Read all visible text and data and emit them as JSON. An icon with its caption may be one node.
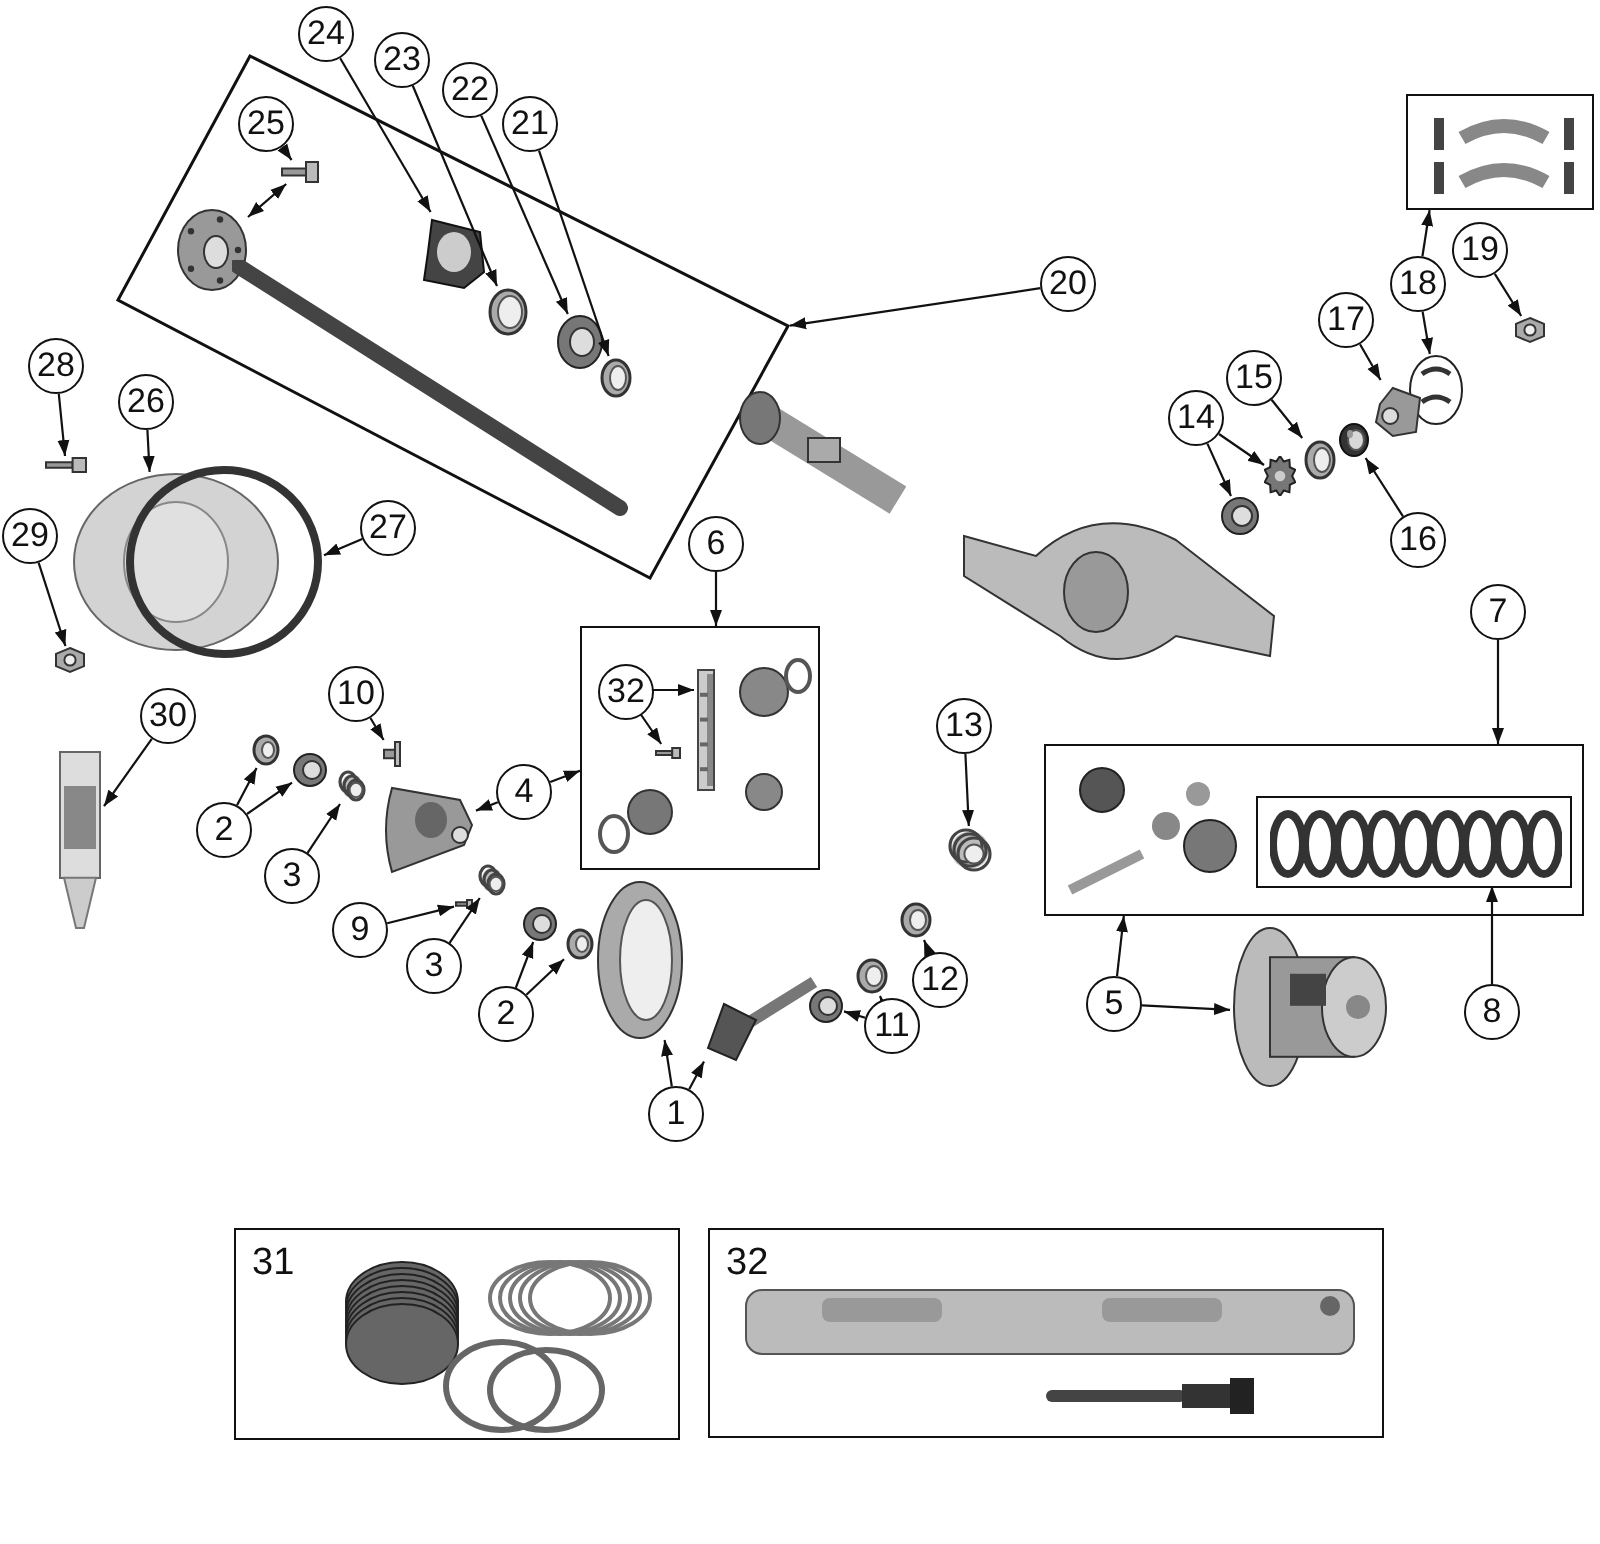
{
  "diagram": {
    "nodes": [
      {
        "text": [],
        "shape": "box"
      },
      {
        "text": [
          "25"
        ],
        "in": 0
      },
      {
        "text": [],
        "shape": "picture",
        "in": 0
      },
      {
        "text": [],
        "shape": "picture",
        "in": 0
      },
      {
        "text": [],
        "shape": "picture",
        "in": 0
      },
      {
        "text": [],
        "shape": "picture",
        "in": 0
      },
      {
        "text": [],
        "shape": "picture",
        "in": 0
      },
      {
        "text": [],
        "shape": "picture",
        "in": 0
      },
      {
        "text": [
          "24"
        ]
      },
      {
        "text": [
          "23"
        ]
      },
      {
        "text": [
          "22"
        ]
      },
      {
        "text": [
          "21"
        ]
      },
      {
        "text": [
          "20"
        ]
      },
      {
        "text": [],
        "shape": "box"
      },
      {
        "text": [
          "19"
        ]
      },
      {
        "text": [
          "18"
        ]
      },
      {
        "text": [
          "17"
        ]
      },
      {
        "text": [
          "15"
        ]
      },
      {
        "text": [
          "14"
        ]
      },
      {
        "text": [
          "16"
        ]
      },
      {
        "text": [],
        "shape": "picture"
      },
      {
        "text": [],
        "shape": "picture"
      },
      {
        "text": [],
        "shape": "picture"
      },
      {
        "text": [],
        "shape": "picture"
      },
      {
        "text": [],
        "shape": "picture"
      },
      {
        "text": [],
        "shape": "picture"
      },
      {
        "text": [],
        "shape": "picture"
      },
      {
        "text": [
          "28"
        ]
      },
      {
        "text": [
          "26"
        ]
      },
      {
        "text": [
          "27"
        ]
      },
      {
        "text": [
          "29"
        ]
      },
      {
        "text": [
          "30"
        ]
      },
      {
        "text": [],
        "shape": "picture"
      },
      {
        "text": [],
        "shape": "picture"
      },
      {
        "text": [],
        "shape": "picture"
      },
      {
        "text": [],
        "shape": "picture"
      },
      {
        "text": [],
        "shape": "picture"
      },
      {
        "text": [],
        "shape": "box"
      },
      {
        "text": [
          "6"
        ]
      },
      {
        "text": [
          "32"
        ],
        "in": 37
      },
      {
        "text": [],
        "shape": "picture",
        "in": 37
      },
      {
        "text": [],
        "shape": "picture",
        "in": 37
      },
      {
        "text": [
          "10"
        ]
      },
      {
        "text": [
          "4"
        ]
      },
      {
        "text": [
          "13"
        ]
      },
      {
        "text": [],
        "shape": "box"
      },
      {
        "text": [
          "7"
        ]
      },
      {
        "text": [],
        "shape": "box",
        "in": 45
      },
      {
        "text": [
          "2"
        ]
      },
      {
        "text": [
          "3"
        ]
      },
      {
        "text": [
          "9"
        ]
      },
      {
        "text": [
          "3"
        ]
      },
      {
        "text": [
          "2"
        ]
      },
      {
        "text": [
          "12"
        ]
      },
      {
        "text": [
          "11"
        ]
      },
      {
        "text": [
          "5"
        ]
      },
      {
        "text": [
          "8"
        ]
      },
      {
        "text": [
          "1"
        ]
      },
      {
        "text": [],
        "shape": "picture"
      },
      {
        "text": [],
        "shape": "picture"
      },
      {
        "text": [],
        "shape": "picture"
      },
      {
        "text": [],
        "shape": "picture"
      },
      {
        "text": [],
        "shape": "picture"
      },
      {
        "text": [],
        "shape": "picture"
      },
      {
        "text": [],
        "shape": "picture"
      },
      {
        "text": [],
        "shape": "picture"
      },
      {
        "text": [],
        "shape": "picture"
      },
      {
        "text": [],
        "shape": "picture"
      },
      {
        "text": [],
        "shape": "picture"
      },
      {
        "text": [],
        "shape": "picture"
      },
      {
        "text": [],
        "shape": "picture"
      },
      {
        "text": [],
        "shape": "picture"
      },
      {
        "text": [],
        "shape": "picture"
      },
      {
        "text": [],
        "shape": "picture"
      },
      {
        "text": [
          "31"
        ]
      },
      {
        "text": [
          "32"
        ]
      }
    ],
    "edges": [
      {
        "from": 1,
        "to": 3,
        "arrow": "to"
      },
      {
        "from": 3,
        "to": 2,
        "arrow": "both"
      },
      {
        "from": 8,
        "to": 4,
        "arrow": "to"
      },
      {
        "from": 9,
        "to": 5,
        "arrow": "to"
      },
      {
        "from": 10,
        "to": 6,
        "arrow": "to"
      },
      {
        "from": 11,
        "to": 7,
        "arrow": "to"
      },
      {
        "from": 12,
        "to": 0,
        "arrow": "to"
      },
      {
        "from": 14,
        "to": 20,
        "arrow": "to"
      },
      {
        "from": 15,
        "to": 21,
        "arrow": "to"
      },
      {
        "from": 15,
        "to": 13,
        "arrow": "to"
      },
      {
        "from": 16,
        "to": 22,
        "arrow": "to"
      },
      {
        "from": 17,
        "to": 24,
        "arrow": "to"
      },
      {
        "from": 18,
        "to": 26,
        "arrow": "to"
      },
      {
        "from": 18,
        "to": 25,
        "arrow": "to"
      },
      {
        "from": 19,
        "to": 23,
        "arrow": "to"
      },
      {
        "from": 27,
        "to": 32,
        "arrow": "to"
      },
      {
        "from": 28,
        "to": 33,
        "arrow": "to"
      },
      {
        "from": 29,
        "to": 34,
        "arrow": "to"
      },
      {
        "from": 30,
        "to": 35,
        "arrow": "to"
      },
      {
        "from": 31,
        "to": 36,
        "arrow": "to"
      },
      {
        "from": 38,
        "to": 37,
        "arrow": "to"
      },
      {
        "from": 39,
        "to": 40,
        "arrow": "to"
      },
      {
        "from": 39,
        "to": 41,
        "arrow": "to"
      },
      {
        "from": 42,
        "to": 61,
        "arrow": "to"
      },
      {
        "from": 43,
        "to": 62,
        "arrow": "to"
      },
      {
        "from": 43,
        "to": 37,
        "arrow": "to"
      },
      {
        "from": 44,
        "to": 72,
        "arrow": "to"
      },
      {
        "from": 46,
        "to": 45,
        "arrow": "to"
      },
      {
        "from": 48,
        "to": 58,
        "arrow": "to"
      },
      {
        "from": 48,
        "to": 59,
        "arrow": "to"
      },
      {
        "from": 49,
        "to": 60,
        "arrow": "to"
      },
      {
        "from": 50,
        "to": 63,
        "arrow": "to"
      },
      {
        "from": 51,
        "to": 64,
        "arrow": "to"
      },
      {
        "from": 52,
        "to": 65,
        "arrow": "to"
      },
      {
        "from": 52,
        "to": 66,
        "arrow": "to"
      },
      {
        "from": 53,
        "to": 71,
        "arrow": "to"
      },
      {
        "from": 54,
        "to": 69,
        "arrow": "to"
      },
      {
        "from": 54,
        "to": 70,
        "arrow": "to"
      },
      {
        "from": 55,
        "to": 45,
        "arrow": "to"
      },
      {
        "from": 55,
        "to": 73,
        "arrow": "to"
      },
      {
        "from": 56,
        "to": 47,
        "arrow": "to"
      },
      {
        "from": 57,
        "to": 67,
        "arrow": "to"
      },
      {
        "from": 57,
        "to": 68,
        "arrow": "to"
      }
    ]
  }
}
